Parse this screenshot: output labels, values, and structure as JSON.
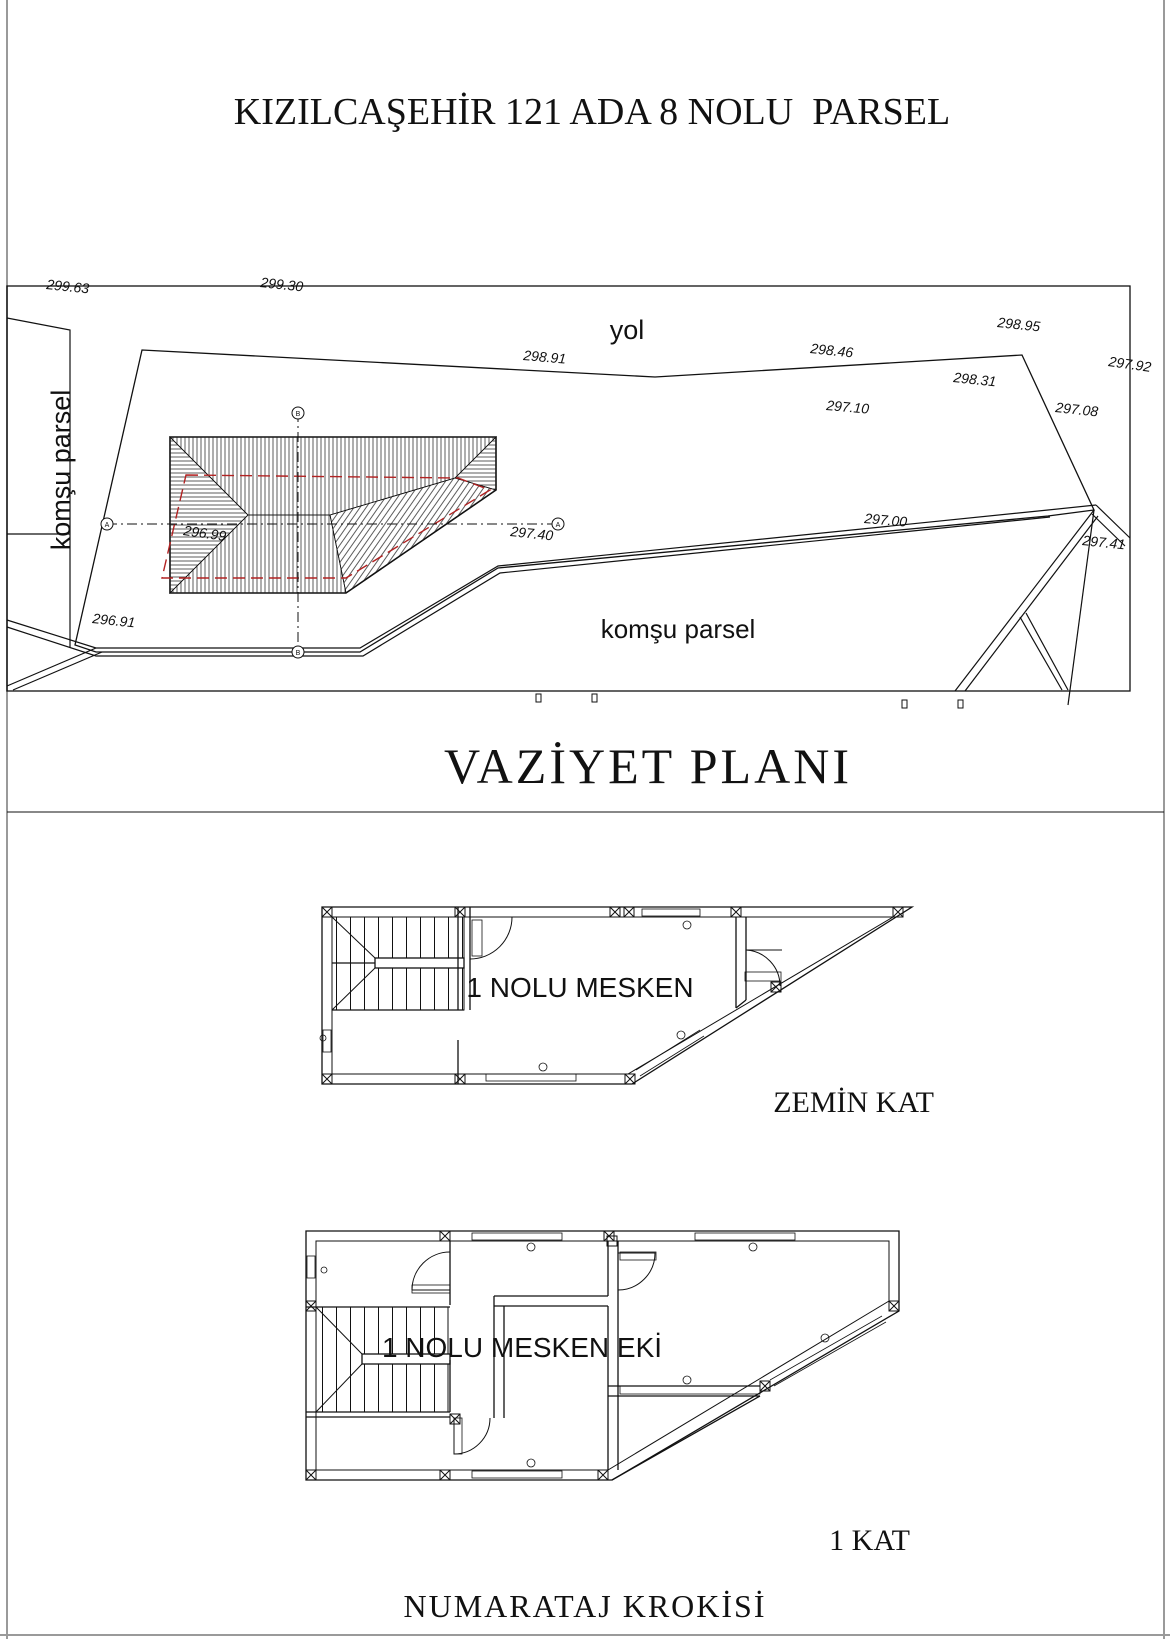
{
  "header": {
    "title": "KIZILCAŞEHİR 121 ADA 8 NOLU  PARSEL"
  },
  "site_plan": {
    "caption": "VAZİYET PLANI",
    "road_label": "yol",
    "neighbor_left_label": "komşu parsel",
    "neighbor_bottom_label": "komşu parsel",
    "elevations": [
      "299.63",
      "299.30",
      "298.91",
      "298.46",
      "298.95",
      "297.92",
      "298.31",
      "297.10",
      "297.08",
      "296.99",
      "297.40",
      "297.00",
      "297.41",
      "296.91"
    ],
    "axis_marks": [
      "B",
      "A",
      "A",
      "B"
    ]
  },
  "ground_floor": {
    "room_label": "1 NOLU MESKEN",
    "caption": "ZEMİN KAT"
  },
  "first_floor": {
    "room_label": "1 NOLU MESKEN EKİ",
    "caption": "1 KAT"
  },
  "footer": {
    "caption": "NUMARATAJ KROKİSİ"
  },
  "colors": {
    "ink": "#111111",
    "hatch": "#333333",
    "boundary_dashed": "#b22222",
    "frame_gray": "#9a9a9a"
  }
}
